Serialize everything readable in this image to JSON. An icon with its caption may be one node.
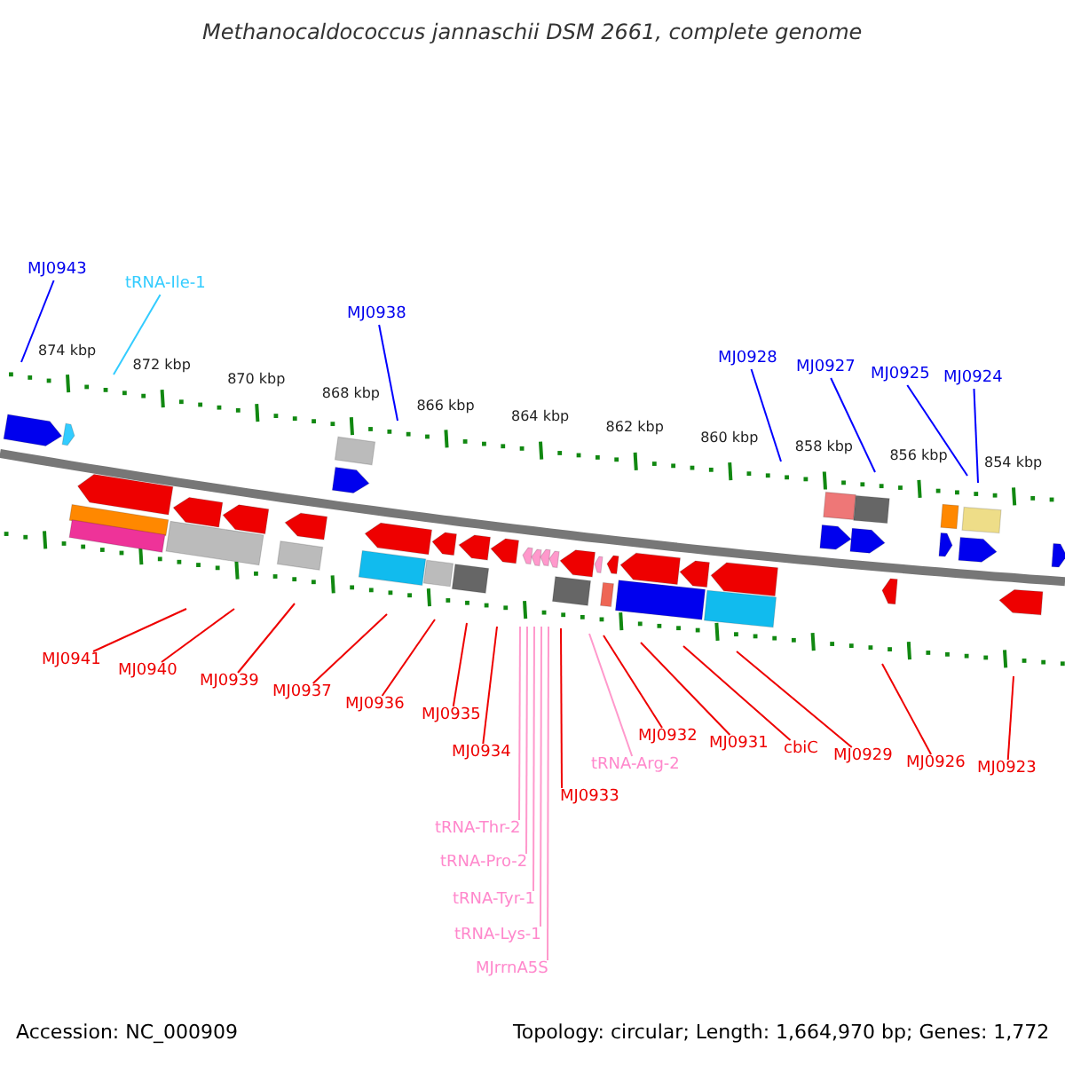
{
  "diagram": {
    "title": "Methanocaldococcus jannaschii DSM 2661, complete genome",
    "nodes": [
      {
        "text": [
          "MJ0943"
        ]
      },
      {
        "text": [
          "tRNA-Ile-1"
        ]
      },
      {
        "text": [
          "MJ0938"
        ]
      },
      {
        "text": [
          "MJ0928"
        ]
      },
      {
        "text": [
          "MJ0927"
        ]
      },
      {
        "text": [
          "MJ0925"
        ]
      },
      {
        "text": [
          "MJ0924"
        ]
      },
      {
        "text": [
          "MJ0941"
        ]
      },
      {
        "text": [
          "MJ0940"
        ]
      },
      {
        "text": [
          "MJ0939"
        ]
      },
      {
        "text": [
          "MJ0937"
        ]
      },
      {
        "text": [
          "MJ0936"
        ]
      },
      {
        "text": [
          "MJ0935"
        ]
      },
      {
        "text": [
          "MJ0934"
        ]
      },
      {
        "text": [
          "tRNA-Arg-2"
        ]
      },
      {
        "text": [
          "MJ0933"
        ]
      },
      {
        "text": [
          "tRNA-Thr-2"
        ]
      },
      {
        "text": [
          "tRNA-Pro-2"
        ]
      },
      {
        "text": [
          "tRNA-Tyr-1"
        ]
      },
      {
        "text": [
          "tRNA-Lys-1"
        ]
      },
      {
        "text": [
          "MJrrnA5S"
        ]
      },
      {
        "text": [
          "MJ0932"
        ]
      },
      {
        "text": [
          "MJ0931"
        ]
      },
      {
        "text": [
          "cbiC"
        ]
      },
      {
        "text": [
          "MJ0929"
        ]
      },
      {
        "text": [
          "MJ0926"
        ]
      },
      {
        "text": [
          "MJ0923"
        ]
      }
    ],
    "edges": [
      {
        "from": 0,
        "to": null,
        "arrow": "none",
        "color": "#0000ff"
      },
      {
        "from": 1,
        "to": null,
        "arrow": "none",
        "color": "#33ccff"
      },
      {
        "from": 2,
        "to": null,
        "arrow": "none",
        "color": "#0000ff"
      },
      {
        "from": 3,
        "to": null,
        "arrow": "none",
        "color": "#0000ff"
      },
      {
        "from": 4,
        "to": null,
        "arrow": "none",
        "color": "#0000ff"
      },
      {
        "from": 5,
        "to": null,
        "arrow": "none",
        "color": "#0000ff"
      },
      {
        "from": 6,
        "to": null,
        "arrow": "none",
        "color": "#0000ff"
      },
      {
        "from": 7,
        "to": null,
        "arrow": "none"
      },
      {
        "from": 8,
        "to": null,
        "arrow": "none"
      },
      {
        "from": 9,
        "to": null,
        "arrow": "none"
      },
      {
        "from": 10,
        "to": null,
        "arrow": "none"
      },
      {
        "from": 11,
        "to": null,
        "arrow": "none"
      },
      {
        "from": 12,
        "to": null,
        "arrow": "none"
      },
      {
        "from": 13,
        "to": null,
        "arrow": "none"
      },
      {
        "from": 14,
        "to": null,
        "arrow": "none",
        "color": "#ff99cc"
      },
      {
        "from": 15,
        "to": null,
        "arrow": "none"
      },
      {
        "from": 16,
        "to": null,
        "arrow": "none",
        "color": "#ff99cc"
      },
      {
        "from": 17,
        "to": null,
        "arrow": "none",
        "color": "#ff99cc"
      },
      {
        "from": 18,
        "to": null,
        "arrow": "none",
        "color": "#ff99cc"
      },
      {
        "from": 19,
        "to": null,
        "arrow": "none",
        "color": "#ff99cc"
      },
      {
        "from": 20,
        "to": null,
        "arrow": "none",
        "color": "#ff99cc"
      },
      {
        "from": 21,
        "to": null,
        "arrow": "none"
      },
      {
        "from": 22,
        "to": null,
        "arrow": "none"
      },
      {
        "from": 23,
        "to": null,
        "arrow": "none"
      },
      {
        "from": 24,
        "to": null,
        "arrow": "none"
      },
      {
        "from": 25,
        "to": null,
        "arrow": "none"
      },
      {
        "from": 26,
        "to": null,
        "arrow": "none"
      }
    ],
    "labels": [
      "874 kbp",
      "872 kbp",
      "870 kbp",
      "868 kbp",
      "866 kbp",
      "864 kbp",
      "862 kbp",
      "860 kbp",
      "858 kbp",
      "856 kbp",
      "854 kbp",
      "Accession: NC_000909",
      "Topology: circular; Length: 1,664,970 bp; Genes: 1,772"
    ]
  }
}
